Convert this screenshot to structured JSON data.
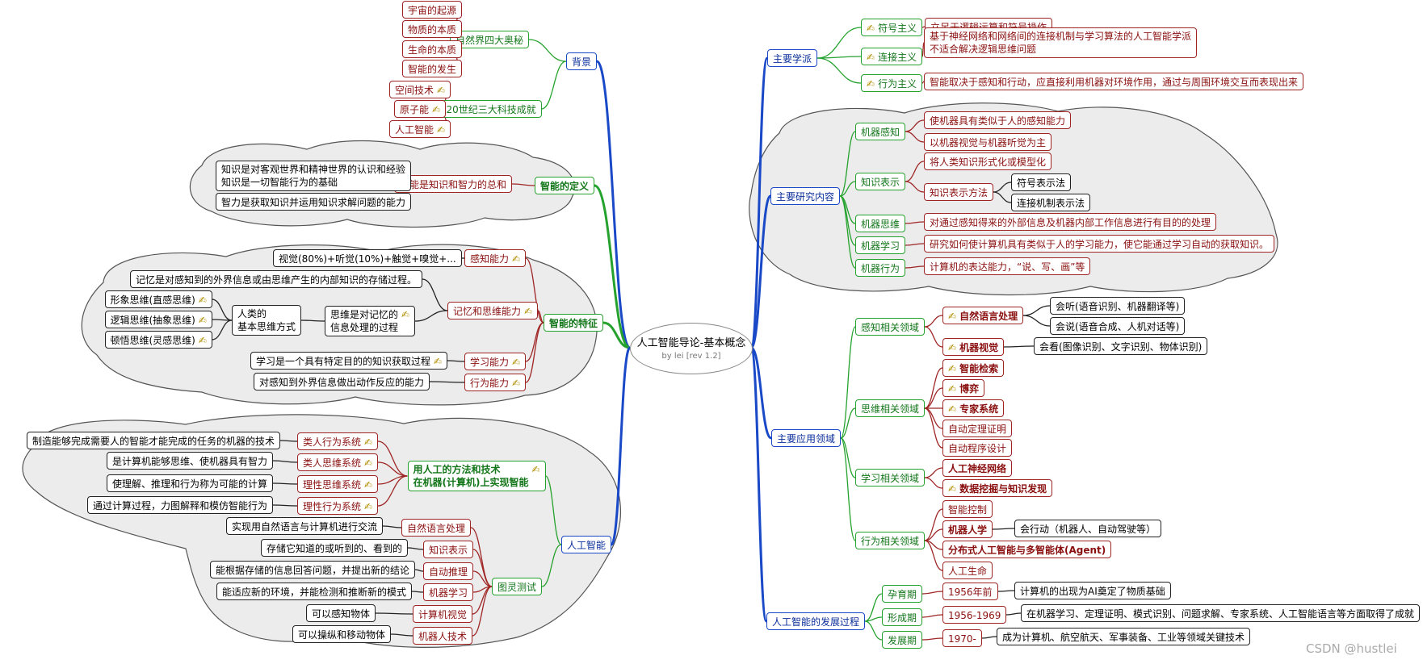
{
  "root": {
    "title": "人工智能导论-基本概念",
    "subtitle": "by lei [rev 1.2]"
  },
  "watermark": "CSDN @hustlei",
  "colors": {
    "blue": "#1a49c8",
    "green": "#25a22d",
    "red": "#9f2525",
    "black": "#222222",
    "cloud": "#ececec"
  },
  "icon": {
    "name": "pencil-icon",
    "glyph": "✍"
  },
  "nodes": [
    {
      "id": "bg",
      "t": "背景",
      "c": "blue"
    },
    {
      "id": "bg1",
      "t": "自然界四大奥秘",
      "c": "green"
    },
    {
      "id": "bg1a",
      "t": "宇宙的起源",
      "c": "red"
    },
    {
      "id": "bg1b",
      "t": "物质的本质",
      "c": "red"
    },
    {
      "id": "bg1c",
      "t": "生命的本质",
      "c": "red"
    },
    {
      "id": "bg1d",
      "t": "智能的发生",
      "c": "red"
    },
    {
      "id": "bg2",
      "t": "20世纪三大科技成就",
      "c": "green"
    },
    {
      "id": "bg2a",
      "t": "空间技术",
      "c": "red",
      "icon": true
    },
    {
      "id": "bg2b",
      "t": "原子能",
      "c": "red",
      "icon": true
    },
    {
      "id": "bg2c",
      "t": "人工智能",
      "c": "red",
      "icon": true
    },
    {
      "id": "def",
      "t": "智能的定义",
      "c": "green",
      "b": true
    },
    {
      "id": "def1",
      "t": "智能是知识和智力的总和",
      "c": "red"
    },
    {
      "id": "def1a",
      "t": "知识是对客观世界和精神世界的认识和经验\n知识是一切智能行为的基础",
      "c": "black"
    },
    {
      "id": "def1b",
      "t": "智力是获取知识并运用知识求解问题的能力",
      "c": "black"
    },
    {
      "id": "feat",
      "t": "智能的特征",
      "c": "green",
      "b": true
    },
    {
      "id": "f1",
      "t": "感知能力",
      "c": "red",
      "icon": true
    },
    {
      "id": "f1a",
      "t": "视觉(80%)+听觉(10%)+触觉+嗅觉+...",
      "c": "black"
    },
    {
      "id": "f2",
      "t": "记忆和思维能力",
      "c": "red",
      "icon": true
    },
    {
      "id": "f2a",
      "t": "记忆是对感知到的外界信息或由思维产生的内部知识的存储过程。",
      "c": "black"
    },
    {
      "id": "f2b",
      "t": "思维是对记忆的\n信息处理的过程",
      "c": "black",
      "icon": true
    },
    {
      "id": "f2c",
      "t": "人类的\n基本思维方式",
      "c": "black"
    },
    {
      "id": "f2c1",
      "t": "形象思维(直感思维)",
      "c": "black",
      "icon": true
    },
    {
      "id": "f2c2",
      "t": "逻辑思维(抽象思维)",
      "c": "black",
      "icon": true
    },
    {
      "id": "f2c3",
      "t": "顿悟思维(灵感思维)",
      "c": "black",
      "icon": true
    },
    {
      "id": "f3",
      "t": "学习能力",
      "c": "red",
      "icon": true
    },
    {
      "id": "f3a",
      "t": "学习是一个具有特定目的的知识获取过程",
      "c": "black",
      "icon": true
    },
    {
      "id": "f4",
      "t": "行为能力",
      "c": "red",
      "icon": true
    },
    {
      "id": "f4a",
      "t": "对感知到外界信息做出动作反应的能力",
      "c": "black"
    },
    {
      "id": "ai",
      "t": "人工智能",
      "c": "blue"
    },
    {
      "id": "ai1",
      "t": "用人工的方法和技术\n在机器(计算机)上实现智能",
      "c": "green",
      "b": true,
      "icon": true
    },
    {
      "id": "ai1a",
      "t": "类人行为系统",
      "c": "red",
      "icon": true
    },
    {
      "id": "ai1a1",
      "t": "制造能够完成需要人的智能才能完成的任务的机器的技术",
      "c": "black"
    },
    {
      "id": "ai1b",
      "t": "类人思维系统",
      "c": "red",
      "icon": true
    },
    {
      "id": "ai1b1",
      "t": "是计算机能够思维、使机器具有智力",
      "c": "black"
    },
    {
      "id": "ai1c",
      "t": "理性思维系统",
      "c": "red",
      "icon": true
    },
    {
      "id": "ai1c1",
      "t": "使理解、推理和行为称为可能的计算",
      "c": "black"
    },
    {
      "id": "ai1d",
      "t": "理性行为系统",
      "c": "red",
      "icon": true
    },
    {
      "id": "ai1d1",
      "t": "通过计算过程，力图解释和模仿智能行为",
      "c": "black"
    },
    {
      "id": "ai2",
      "t": "图灵测试",
      "c": "green"
    },
    {
      "id": "ai2a",
      "t": "自然语言处理",
      "c": "red"
    },
    {
      "id": "ai2a1",
      "t": "实现用自然语言与计算机进行交流",
      "c": "black"
    },
    {
      "id": "ai2b",
      "t": "知识表示",
      "c": "red"
    },
    {
      "id": "ai2b1",
      "t": "存储它知道的或听到的、看到的",
      "c": "black"
    },
    {
      "id": "ai2c",
      "t": "自动推理",
      "c": "red"
    },
    {
      "id": "ai2c1",
      "t": "能根据存储的信息回答问题，并提出新的结论",
      "c": "black"
    },
    {
      "id": "ai2d",
      "t": "机器学习",
      "c": "red"
    },
    {
      "id": "ai2d1",
      "t": "能适应新的环境，并能检测和推断新的模式",
      "c": "black"
    },
    {
      "id": "ai2e",
      "t": "计算机视觉",
      "c": "red"
    },
    {
      "id": "ai2e1",
      "t": "可以感知物体",
      "c": "black"
    },
    {
      "id": "ai2f",
      "t": "机器人技术",
      "c": "red"
    },
    {
      "id": "ai2f1",
      "t": "可以操纵和移动物体",
      "c": "black"
    },
    {
      "id": "sch",
      "t": "主要学派",
      "c": "blue"
    },
    {
      "id": "s1",
      "t": "符号主义",
      "c": "green",
      "icon": true,
      "iconFirst": true
    },
    {
      "id": "s1a",
      "t": "立足于逻辑运算和符号操作",
      "c": "red"
    },
    {
      "id": "s2",
      "t": "连接主义",
      "c": "green",
      "icon": true,
      "iconFirst": true
    },
    {
      "id": "s2a",
      "t": "基于神经网络和网络间的连接机制与学习算法的人工智能学派\n不适合解决逻辑思维问题",
      "c": "red"
    },
    {
      "id": "s3",
      "t": "行为主义",
      "c": "green",
      "icon": true,
      "iconFirst": true
    },
    {
      "id": "s3a",
      "t": "智能取决于感知和行动，应直接利用机器对环境作用，通过与周围环境交互而表现出来",
      "c": "red"
    },
    {
      "id": "res",
      "t": "主要研究内容",
      "c": "blue"
    },
    {
      "id": "r1",
      "t": "机器感知",
      "c": "green"
    },
    {
      "id": "r1a",
      "t": "使机器具有类似于人的感知能力",
      "c": "red"
    },
    {
      "id": "r1b",
      "t": "以机器视觉与机器听觉为主",
      "c": "red"
    },
    {
      "id": "r2",
      "t": "知识表示",
      "c": "green"
    },
    {
      "id": "r2a",
      "t": "将人类知识形式化或模型化",
      "c": "red"
    },
    {
      "id": "r2b",
      "t": "知识表示方法",
      "c": "red"
    },
    {
      "id": "r2b1",
      "t": "符号表示法",
      "c": "black"
    },
    {
      "id": "r2b2",
      "t": "连接机制表示法",
      "c": "black"
    },
    {
      "id": "r3",
      "t": "机器思维",
      "c": "green"
    },
    {
      "id": "r3a",
      "t": "对通过感知得来的外部信息及机器内部工作信息进行有目的的处理",
      "c": "red"
    },
    {
      "id": "r4",
      "t": "机器学习",
      "c": "green"
    },
    {
      "id": "r4a",
      "t": "研究如何使计算机具有类似于人的学习能力，使它能通过学习自动的获取知识。",
      "c": "red"
    },
    {
      "id": "r5",
      "t": "机器行为",
      "c": "green"
    },
    {
      "id": "r5a",
      "t": "计算机的表达能力，“说、写、画”等",
      "c": "red"
    },
    {
      "id": "app",
      "t": "主要应用领域",
      "c": "blue"
    },
    {
      "id": "p1",
      "t": "感知相关领域",
      "c": "green"
    },
    {
      "id": "p1a",
      "t": "自然语言处理",
      "c": "red",
      "b": true,
      "icon": true,
      "iconFirst": true
    },
    {
      "id": "p1a1",
      "t": "会听(语音识别、机器翻译等)",
      "c": "black"
    },
    {
      "id": "p1a2",
      "t": "会说(语音合成、人机对话等)",
      "c": "black"
    },
    {
      "id": "p1b",
      "t": "机器视觉",
      "c": "red",
      "b": true,
      "icon": true,
      "iconFirst": true
    },
    {
      "id": "p1b1",
      "t": "会看(图像识别、文字识别、物体识别)",
      "c": "black"
    },
    {
      "id": "p2",
      "t": "思维相关领域",
      "c": "green"
    },
    {
      "id": "p2a",
      "t": "智能检索",
      "c": "red",
      "b": true,
      "icon": true,
      "iconFirst": true
    },
    {
      "id": "p2b",
      "t": "博弈",
      "c": "red",
      "b": true,
      "icon": true,
      "iconFirst": true
    },
    {
      "id": "p2c",
      "t": "专家系统",
      "c": "red",
      "b": true,
      "icon": true,
      "iconFirst": true
    },
    {
      "id": "p2d",
      "t": "自动定理证明",
      "c": "red"
    },
    {
      "id": "p2e",
      "t": "自动程序设计",
      "c": "red"
    },
    {
      "id": "p3",
      "t": "学习相关领域",
      "c": "green"
    },
    {
      "id": "p3a",
      "t": "人工神经网络",
      "c": "red",
      "b": true
    },
    {
      "id": "p3b",
      "t": "数据挖掘与知识发现",
      "c": "red",
      "b": true,
      "icon": true,
      "iconFirst": true
    },
    {
      "id": "p4",
      "t": "行为相关领域",
      "c": "green"
    },
    {
      "id": "p4a",
      "t": "智能控制",
      "c": "red"
    },
    {
      "id": "p4b",
      "t": "机器人学",
      "c": "red",
      "b": true
    },
    {
      "id": "p4b1",
      "t": "会行动（机器人、自动驾驶等）",
      "c": "black"
    },
    {
      "id": "p4c",
      "t": "分布式人工智能与多智能体(Agent)",
      "c": "red",
      "b": true
    },
    {
      "id": "p4d",
      "t": "人工生命",
      "c": "red"
    },
    {
      "id": "dev",
      "t": "人工智能的发展过程",
      "c": "blue"
    },
    {
      "id": "d1",
      "t": "孕育期",
      "c": "green"
    },
    {
      "id": "d1a",
      "t": "1956年前",
      "c": "red"
    },
    {
      "id": "d1a1",
      "t": "计算机的出现为AI奠定了物质基础",
      "c": "black"
    },
    {
      "id": "d2",
      "t": "形成期",
      "c": "green"
    },
    {
      "id": "d2a",
      "t": "1956-1969",
      "c": "red"
    },
    {
      "id": "d2a1",
      "t": "在机器学习、定理证明、模式识别、问题求解、专家系统、人工智能语言等方面取得了成就",
      "c": "black"
    },
    {
      "id": "d3",
      "t": "发展期",
      "c": "green"
    },
    {
      "id": "d3a",
      "t": "1970-",
      "c": "red"
    },
    {
      "id": "d3a1",
      "t": "成为计算机、航空航天、军事装备、工业等领域关键技术",
      "c": "black"
    }
  ]
}
